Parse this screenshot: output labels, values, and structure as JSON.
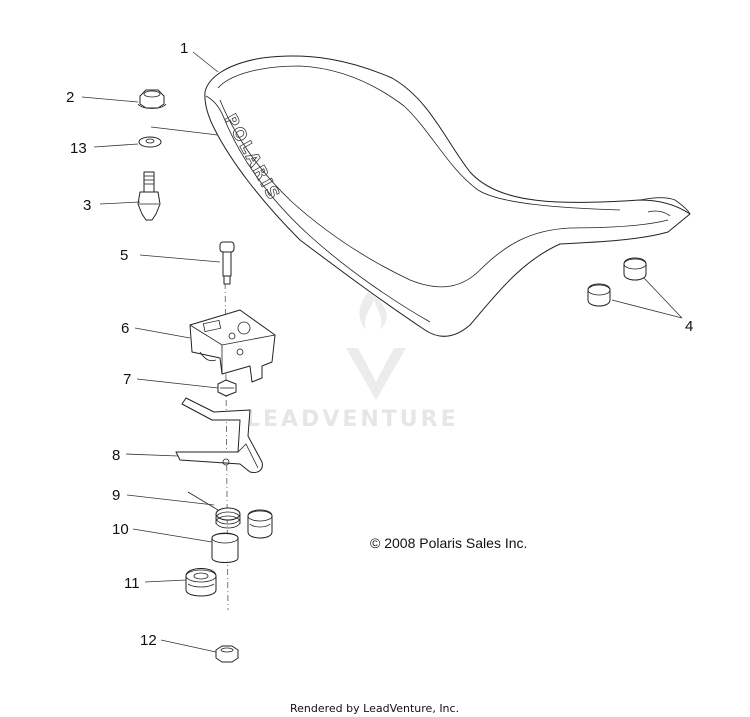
{
  "callouts": [
    {
      "id": "1",
      "label": "1"
    },
    {
      "id": "2",
      "label": "2"
    },
    {
      "id": "13",
      "label": "13"
    },
    {
      "id": "3",
      "label": "3"
    },
    {
      "id": "5",
      "label": "5"
    },
    {
      "id": "6",
      "label": "6"
    },
    {
      "id": "7",
      "label": "7"
    },
    {
      "id": "8",
      "label": "8"
    },
    {
      "id": "9",
      "label": "9"
    },
    {
      "id": "10",
      "label": "10"
    },
    {
      "id": "11",
      "label": "11"
    },
    {
      "id": "12",
      "label": "12"
    },
    {
      "id": "4",
      "label": "4"
    }
  ],
  "seat_brand_text": "POLARIS",
  "watermark_text": "LEADVENTURE",
  "copyright": "© 2008 Polaris Sales Inc.",
  "footer": "Rendered by LeadVenture, Inc.",
  "colors": {
    "line": "#222222",
    "watermark": "#e6e6e6",
    "background": "#ffffff"
  }
}
